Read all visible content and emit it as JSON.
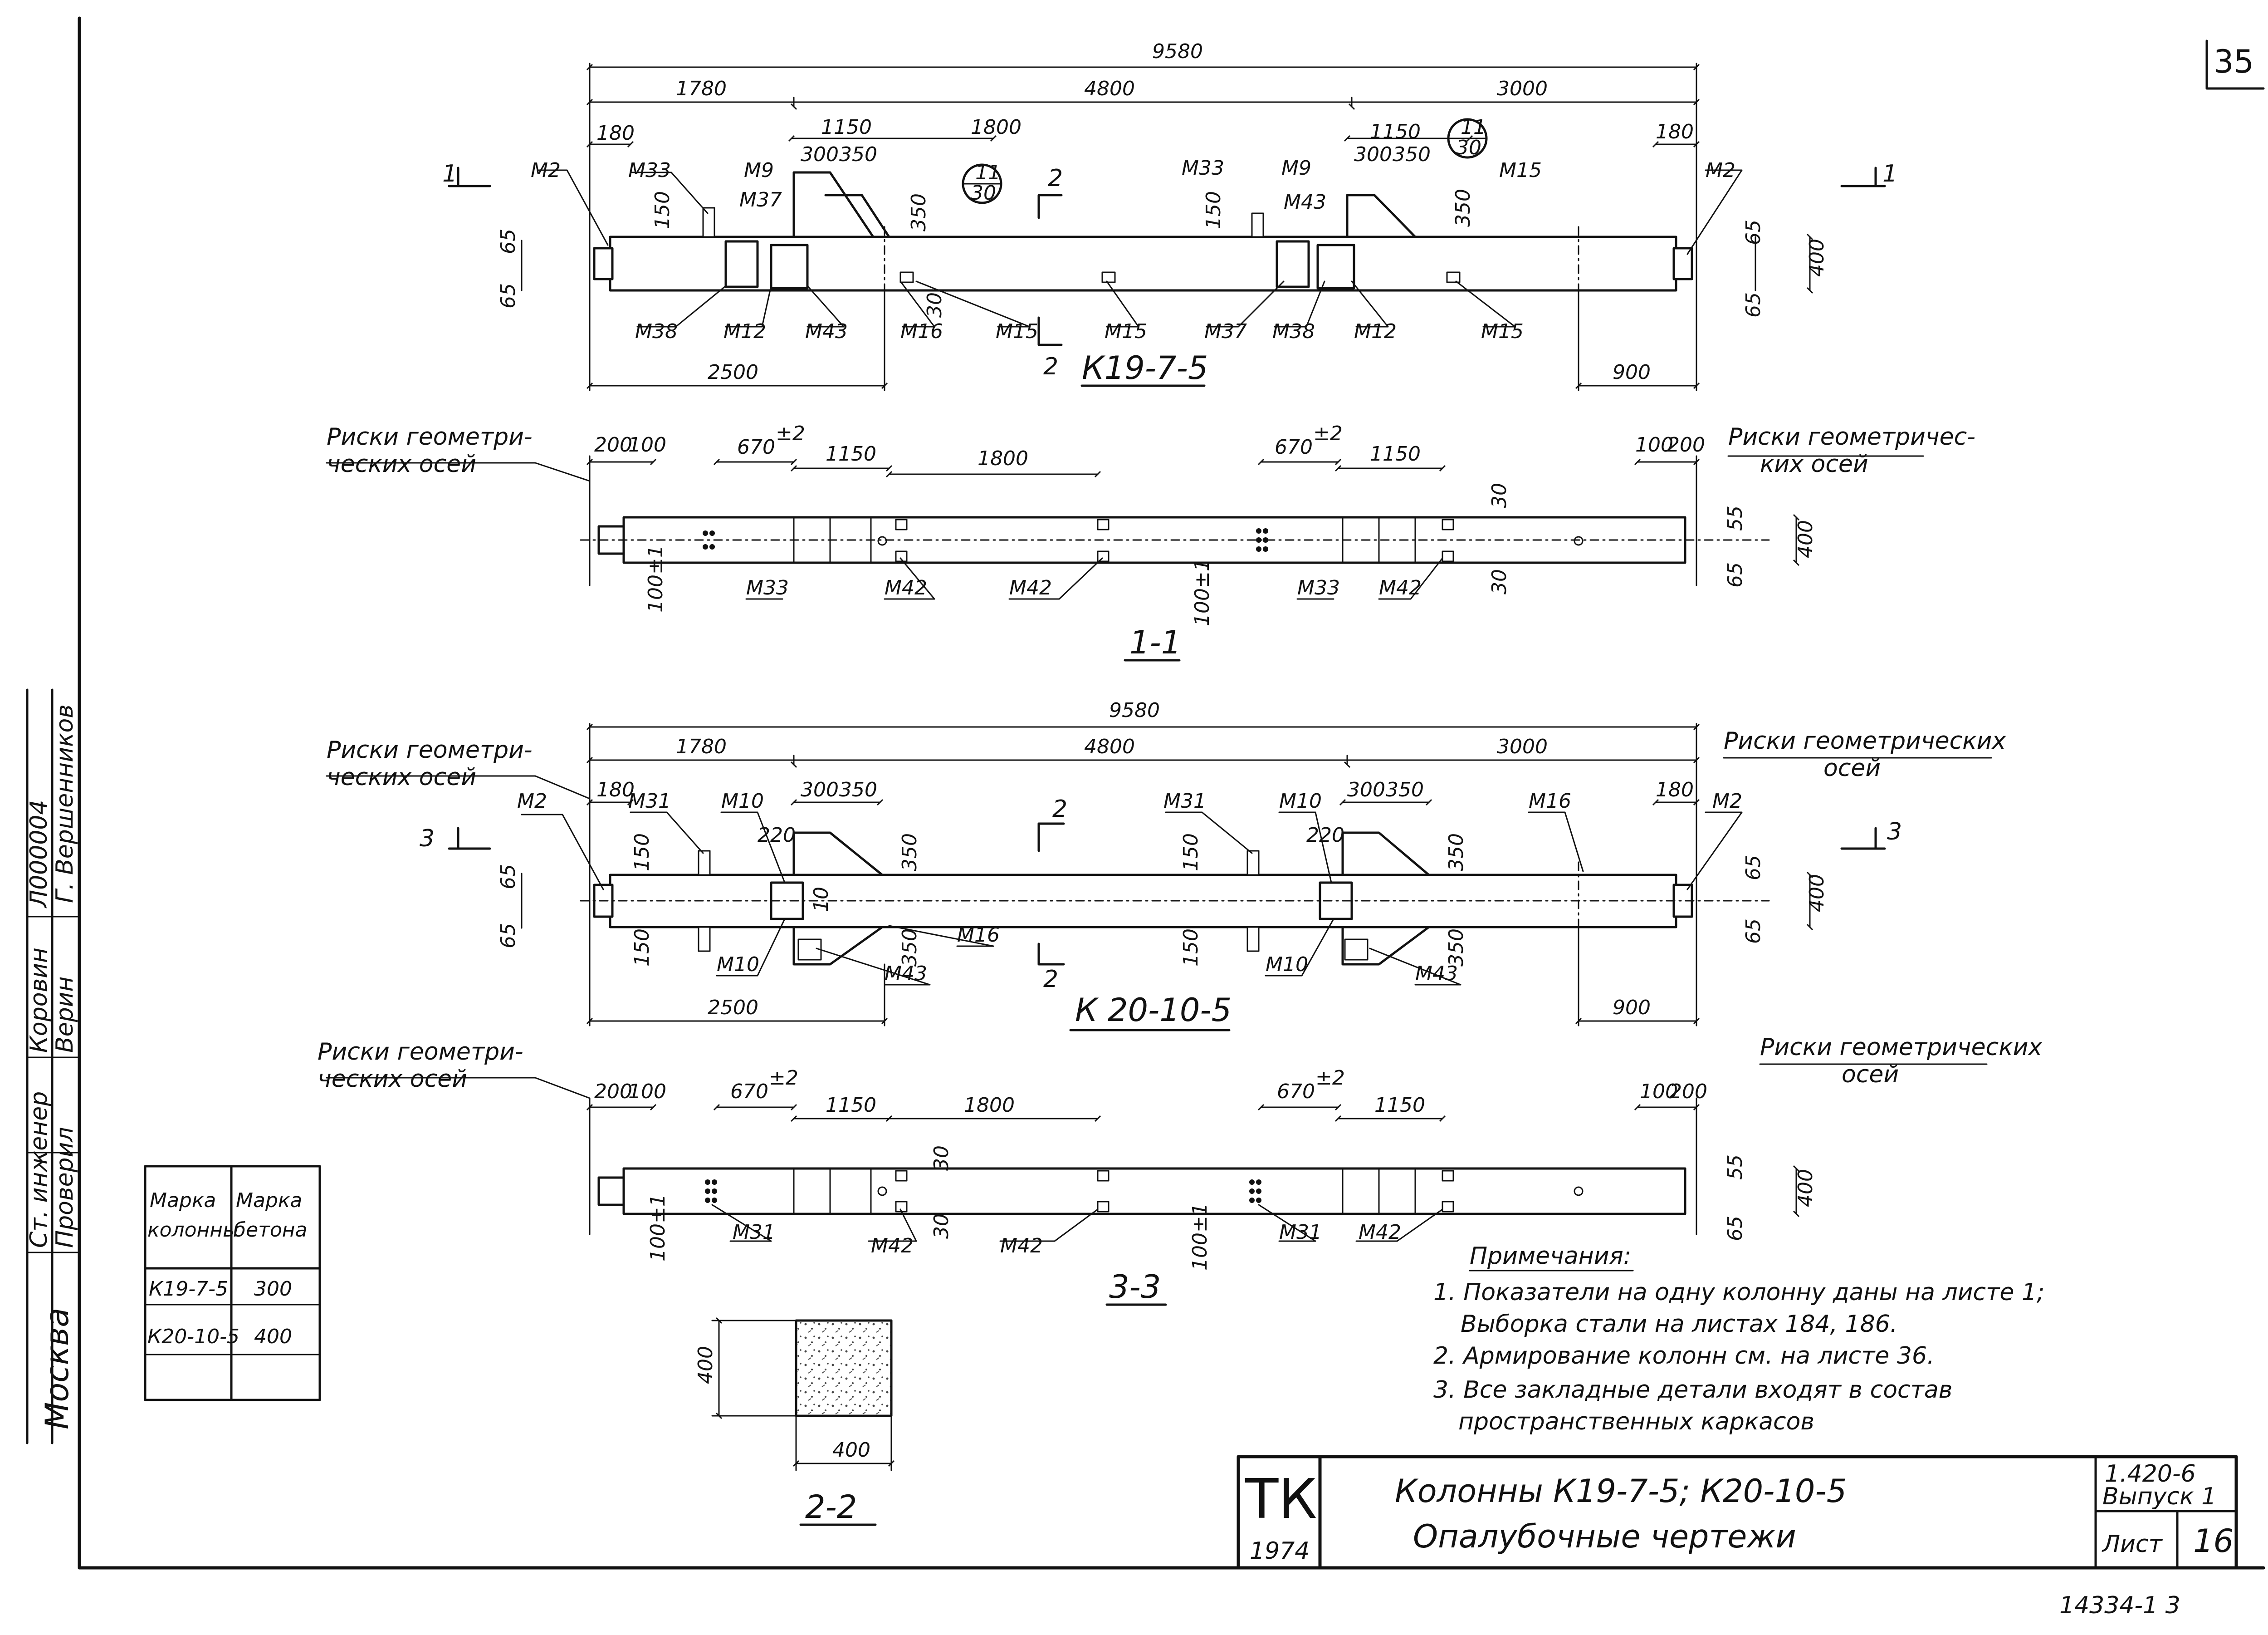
{
  "page": {
    "sheet_corner_number": "35",
    "bottom_right_stamp": "14334-1 3"
  },
  "left_margin": {
    "roles": [
      "Ст. инженер",
      "Проверил"
    ],
    "signatures": [
      "Коровин",
      "Верин"
    ],
    "org_code": "Л000004",
    "name_vertical": "Г. Вершенников",
    "city": "Москва"
  },
  "column1": {
    "mark": "К19-7-5",
    "dim_total": "9580",
    "dim_1780": "1780",
    "dim_4800": "4800",
    "dim_3000": "3000",
    "dim_180L": "180",
    "dim_1150a": "1150",
    "dim_1800": "1800",
    "dim_300a": "300",
    "dim_350a": "350",
    "dim_1150b": "1150",
    "dim_300b": "300",
    "dim_350b": "350",
    "dim_180R": "180",
    "dim_150a": "150",
    "dim_150b": "150",
    "dim_350a_v": "350",
    "dim_350b_v": "350",
    "dim_65_tl": "65",
    "dim_65_bl": "65",
    "dim_65_tr": "65",
    "dim_65_br": "65",
    "dim_400": "400",
    "dim_30": "30",
    "dim_2500": "2500",
    "dim_900": "900",
    "circle_a_top": "11",
    "circle_a_bottom": "30",
    "circle_b_top": "11",
    "circle_b_bottom": "30",
    "section_1_left": "1",
    "section_1_right": "1",
    "section_2_top": "2",
    "section_2_bottom": "2",
    "labels": {
      "M2_left": "М2",
      "M33_a": "М33",
      "M9_a": "М9",
      "M37_a": "М37",
      "M38_a": "М38",
      "M12_a": "М12",
      "M43_a": "М43",
      "M16_a": "М16",
      "M15_a": "М15",
      "M15_b": "М15",
      "M33_b": "М33",
      "M9_b": "М9",
      "M43_b": "М43",
      "M15_top": "М15",
      "M37_b": "М37",
      "M38_b": "М38",
      "M12_b": "М12",
      "M15_c": "М15",
      "M2_right": "М2"
    }
  },
  "section_1_1": {
    "title": "1-1",
    "axis_note_left": [
      "Риски геометри-",
      "ческих осей"
    ],
    "axis_note_right": [
      "Риски геометричес-",
      "ких осей"
    ],
    "dim_200": "200",
    "dim_100": "100",
    "dim_670": "670",
    "tol": "±2",
    "dim_1150": "1150",
    "dim_1800": "1800",
    "dim_670b": "670",
    "dim_1150b": "1150",
    "dim_100R": "100",
    "dim_200R": "200",
    "dim_30a": "30",
    "dim_30b": "30",
    "dim_400": "400",
    "dim_55": "55",
    "dim_65": "65",
    "dim_100_pm": "100±1",
    "labels": {
      "M33_a": "М33",
      "M42_a": "М42",
      "M42_b": "М42",
      "M33_b": "М33",
      "M42_c": "М42"
    }
  },
  "column2": {
    "mark": "К 20-10-5",
    "dim_total": "9580",
    "dim_1780": "1780",
    "dim_4800": "4800",
    "dim_3000": "3000",
    "dim_180L": "180",
    "dim_300a": "300",
    "dim_350a": "350",
    "dim_300b": "300",
    "dim_350b": "350",
    "dim_180R": "180",
    "dim_220a": "220",
    "dim_220b": "220",
    "dim_150a": "150",
    "dim_150b": "150",
    "dim_150c": "150",
    "dim_150d": "150",
    "dim_350_1": "350",
    "dim_350_2": "350",
    "dim_350_3": "350",
    "dim_350_4": "350",
    "dim_65_tl": "65",
    "dim_65_bl": "65",
    "dim_65_tr": "65",
    "dim_65_br": "65",
    "dim_400": "400",
    "dim_10": "10",
    "dim_2500": "2500",
    "dim_900": "900",
    "section_3_left": "3",
    "section_3_right": "3",
    "section_2_top": "2",
    "section_2_bottom": "2",
    "axis_note_left": [
      "Риски геометри-",
      "ческих осей"
    ],
    "axis_note_right": [
      "Риски геометрических",
      "осей"
    ],
    "labels": {
      "M2_left": "М2",
      "M31_a": "М31",
      "M10_a": "М10",
      "M10_c": "М10",
      "M43_a": "М43",
      "M16_a": "М16",
      "M31_b": "М31",
      "M10_b": "М10",
      "M10_d": "М10",
      "M16_b": "М16",
      "M43_b": "М43",
      "M2_right": "М2"
    }
  },
  "section_3_3": {
    "title": "3-3",
    "axis_note_left": [
      "Риски геометри-",
      "ческих осей"
    ],
    "axis_note_right": [
      "Риски геометрических",
      "осей"
    ],
    "dim_200": "200",
    "dim_100": "100",
    "dim_670": "670",
    "tol": "±2",
    "dim_1150": "1150",
    "dim_1800": "1800",
    "dim_670b": "670",
    "dim_1150b": "1150",
    "dim_100R": "100",
    "dim_200R": "200",
    "dim_30a": "30",
    "dim_30b": "30",
    "dim_400": "400",
    "dim_55": "55",
    "dim_65": "65",
    "dim_100_pm": "100±1",
    "labels": {
      "M31_a": "М31",
      "M42_a": "М42",
      "M42_b": "М42",
      "M31_b": "М31",
      "M42_c": "М42"
    }
  },
  "section_2_2": {
    "title": "2-2",
    "dim_w": "400",
    "dim_h": "400"
  },
  "table": {
    "headers": [
      [
        "Марка",
        "колонны"
      ],
      [
        "Марка",
        "бетона"
      ]
    ],
    "rows": [
      [
        "К19-7-5",
        "300"
      ],
      [
        "К20-10-5",
        "400"
      ],
      [
        "",
        ""
      ]
    ]
  },
  "notes": {
    "title": "Примечания:",
    "items": [
      "1. Показатели на одну колонну даны на листе 1;",
      "Выборка стали на листах 184, 186.",
      "2. Армирование колонн см. на листе 36.",
      "3. Все закладные детали входят в состав",
      "пространственных каркасов"
    ]
  },
  "title_block": {
    "logo": "ТК",
    "year": "1974",
    "title_line1": "Колонны К19-7-5; К20-10-5",
    "title_line2": "Опалубочные чертежи",
    "series": "1.420-6",
    "issue": "Выпуск 1",
    "sheet_label": "Лист",
    "sheet_number": "16"
  }
}
